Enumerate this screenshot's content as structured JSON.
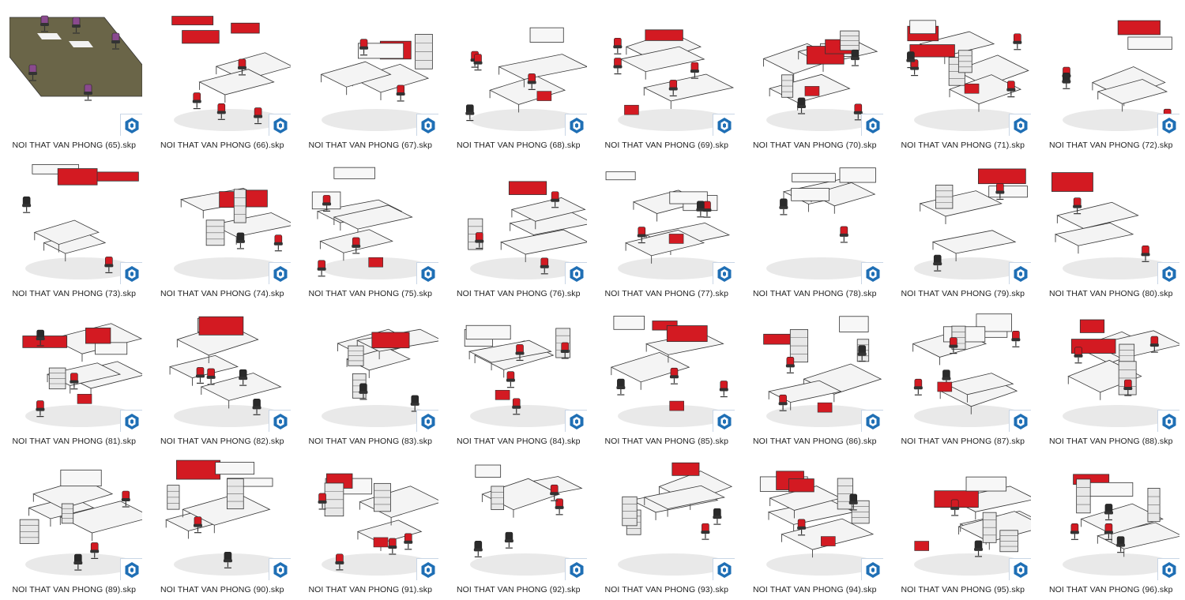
{
  "colors": {
    "accent": "#d31a22",
    "badge_blue": "#1f6fb5",
    "wood": "#6a6548",
    "chair_purple": "#8a4a8e"
  },
  "badge_icon": "sketchup-logo-icon",
  "files": [
    "NOI THAT VAN PHONG (65).skp",
    "NOI THAT VAN PHONG (66).skp",
    "NOI THAT VAN PHONG (67).skp",
    "NOI THAT VAN PHONG (68).skp",
    "NOI THAT VAN PHONG (69).skp",
    "NOI THAT VAN PHONG (70).skp",
    "NOI THAT VAN PHONG (71).skp",
    "NOI THAT VAN PHONG (72).skp",
    "NOI THAT VAN PHONG (73).skp",
    "NOI THAT VAN PHONG (74).skp",
    "NOI THAT VAN PHONG (75).skp",
    "NOI THAT VAN PHONG (76).skp",
    "NOI THAT VAN PHONG (77).skp",
    "NOI THAT VAN PHONG (78).skp",
    "NOI THAT VAN PHONG (79).skp",
    "NOI THAT VAN PHONG (80).skp",
    "NOI THAT VAN PHONG (81).skp",
    "NOI THAT VAN PHONG (82).skp",
    "NOI THAT VAN PHONG (83).skp",
    "NOI THAT VAN PHONG (84).skp",
    "NOI THAT VAN PHONG (85).skp",
    "NOI THAT VAN PHONG (86).skp",
    "NOI THAT VAN PHONG (87).skp",
    "NOI THAT VAN PHONG (88).skp",
    "NOI THAT VAN PHONG (89).skp",
    "NOI THAT VAN PHONG (90).skp",
    "NOI THAT VAN PHONG (91).skp",
    "NOI THAT VAN PHONG (92).skp",
    "NOI THAT VAN PHONG (93).skp",
    "NOI THAT VAN PHONG (94).skp",
    "NOI THAT VAN PHONG (95).skp",
    "NOI THAT VAN PHONG (96).skp"
  ]
}
